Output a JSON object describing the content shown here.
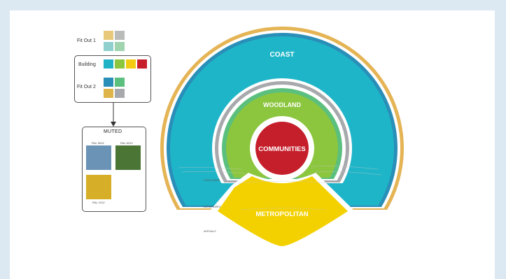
{
  "legend": {
    "fit_out_1": {
      "label": "Fit Out 1",
      "colors": [
        "#e8c97a",
        "#b9bcb8",
        "#8fd0cf",
        "#9fd4ae"
      ]
    },
    "building": {
      "label": "Building",
      "colors": [
        "#20b2c5",
        "#8cc63f",
        "#f3cb12",
        "#c8202b"
      ]
    },
    "fit_out_2": {
      "label": "Fit Out 2",
      "colors": [
        "#2a8fb8",
        "#5bbf7e",
        "#dfb54a",
        "#a7a9ac"
      ]
    }
  },
  "muted": {
    "title": "MUTED",
    "swatches": [
      {
        "code": "RAL 5024",
        "color": "#6a93b6"
      },
      {
        "code": "RAL 6010",
        "color": "#4a7534"
      },
      {
        "code": "RAL 1012",
        "color": "#d6ae28"
      }
    ]
  },
  "zones": {
    "coast": "COAST",
    "woodland": "WOODLAND",
    "communities": "COMMUNITIES",
    "metropolitan": "METROPOLITAN"
  },
  "flow_labels": {
    "concourse": "CONCOURSE",
    "departures": "DEPARTURES",
    "arrivals": "ARRIVALS"
  },
  "colors": {
    "coast": "#1fb5c8",
    "coast_rim": "#e4b455",
    "coast_ring": "#2a8fb8",
    "woodland": "#8cc63f",
    "woodland_ring": "#5bbf7e",
    "woodland_rim": "#a7a9ac",
    "communities": "#c51f2b",
    "metropolitan": "#f3d100"
  }
}
